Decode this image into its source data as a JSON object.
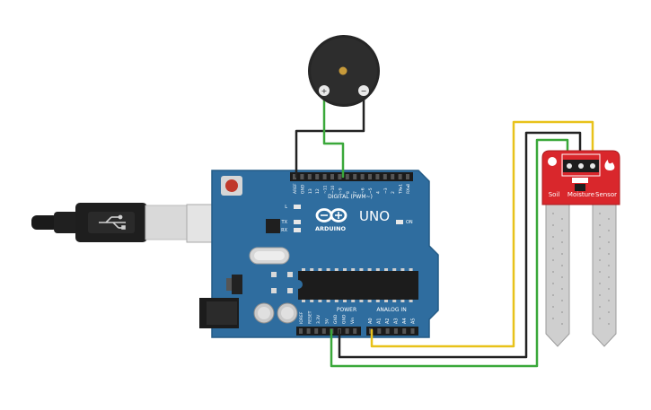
{
  "arduino": {
    "brand": "ARDUINO",
    "model": "UNO",
    "digital_header": "DIGITAL (PWM~)",
    "power_header": "POWER",
    "analog_header": "ANALOG IN",
    "led_l": "L",
    "led_tx": "TX",
    "led_rx": "RX",
    "led_on": "ON",
    "digital_pins": [
      "AREF",
      "GND",
      "13",
      "12",
      "~11",
      "~10",
      "~9",
      "8",
      "7",
      "~6",
      "~5",
      "4",
      "~3",
      "2",
      "TX▸1",
      "RX◂0"
    ],
    "power_pins": [
      "IOREF",
      "RESET",
      "3.3V",
      "5V",
      "GND",
      "GND",
      "Vin"
    ],
    "analog_pins": [
      "A0",
      "A1",
      "A2",
      "A3",
      "A4",
      "A5"
    ]
  },
  "buzzer": {
    "plus": "+",
    "minus": "−"
  },
  "sensor": {
    "label_left": "Soil",
    "label_mid": "Moisture",
    "label_right": "Sensor"
  },
  "colors": {
    "board": "#2f6d9f",
    "board_edge": "#245b86",
    "sensor_pcb": "#d9272c",
    "probe": "#cfcfcf",
    "wire_black": "#222222",
    "wire_green": "#3aa83a",
    "wire_yellow": "#e8c21a",
    "header": "#1b1b1b"
  }
}
